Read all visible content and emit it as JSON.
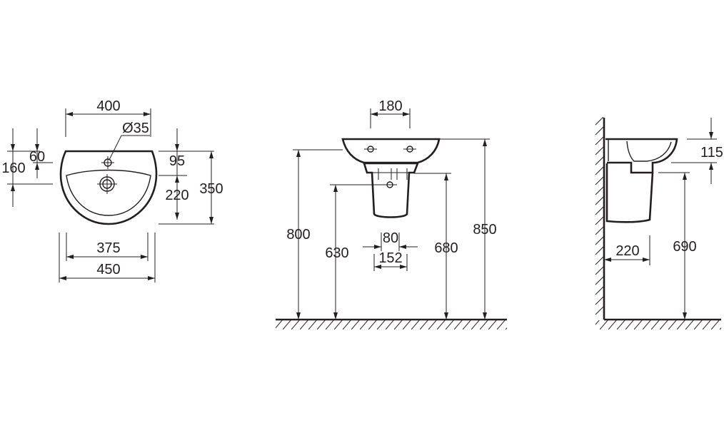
{
  "views": {
    "top": {
      "width_top": "400",
      "tap_hole": "Ø35",
      "offset_60": "60",
      "offset_160": "160",
      "front_95": "95",
      "drain_220": "220",
      "depth_350": "350",
      "bowl_width": "375",
      "overall_width": "450"
    },
    "front": {
      "holes_180": "180",
      "height_800": "800",
      "height_630": "630",
      "base_80": "80",
      "base_152": "152",
      "height_680": "680",
      "height_850": "850"
    },
    "side": {
      "depth_115": "115",
      "projection_220": "220",
      "height_690": "690"
    }
  },
  "colors": {
    "line": "#231f20",
    "background": "#ffffff"
  }
}
